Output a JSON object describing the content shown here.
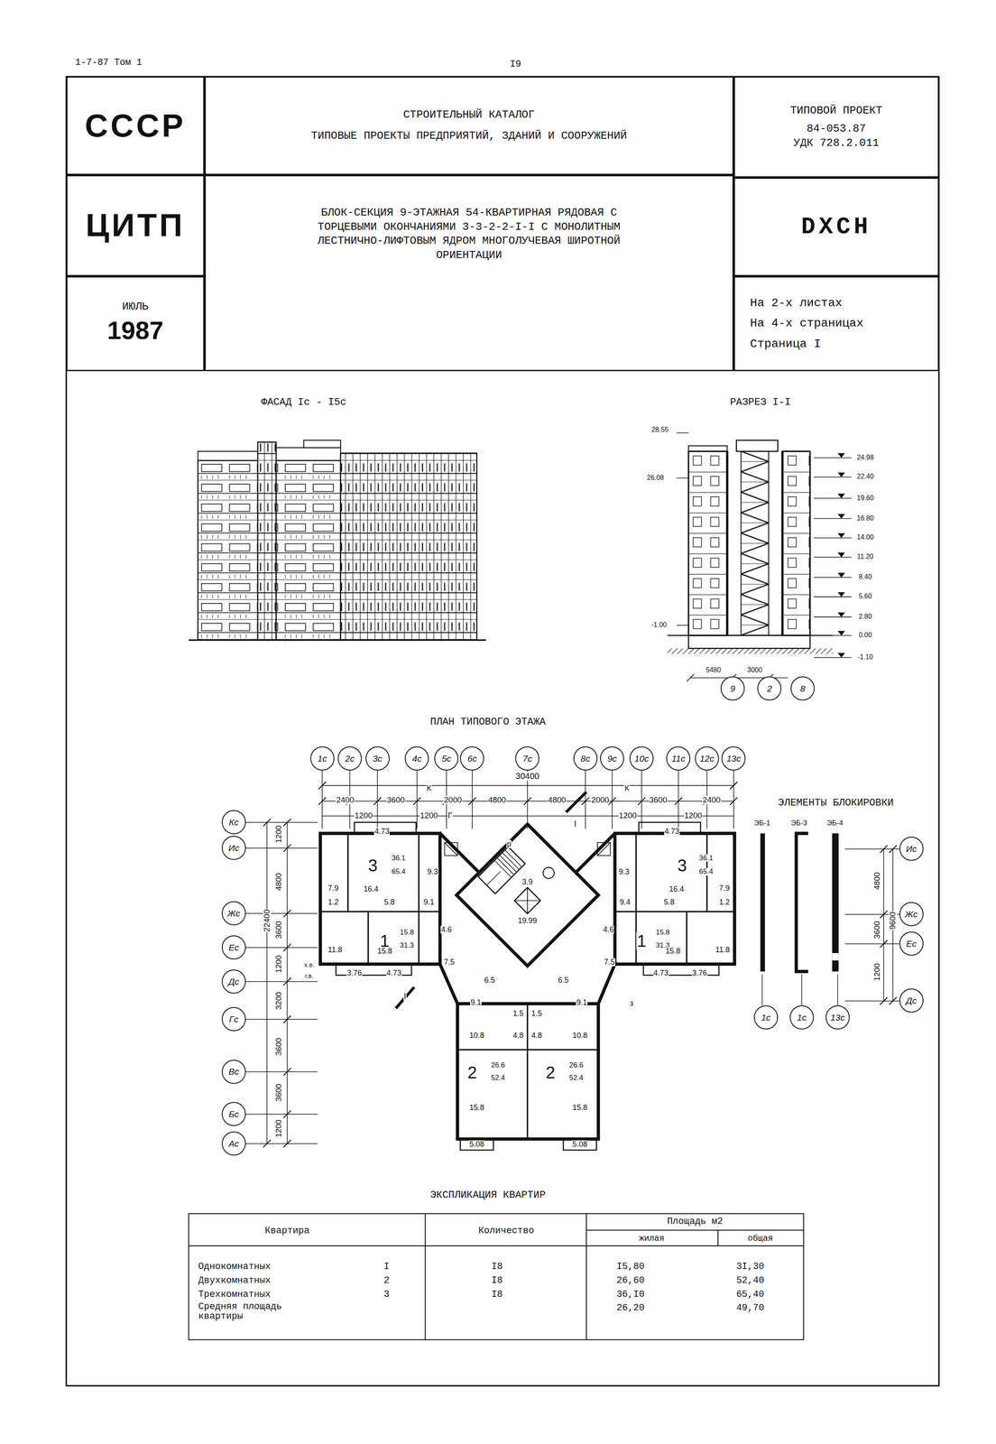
{
  "diagram": {
    "nodes": [
      {
        "text": [
          "СССР"
        ]
      },
      {
        "text": [
          "ЦИТП"
        ]
      },
      {
        "text": [
          "ИЮЛЬ",
          "1987"
        ]
      },
      {
        "text": [
          "СТРОИТЕЛЬНЫЙ КАТАЛОГ",
          "ТИПОВЫЕ ПРОЕКТЫ ПРЕДПРИЯТИЙ, ЗДАНИЙ И СООРУЖЕНИЙ"
        ]
      },
      {
        "text": [
          "БЛОК-СЕКЦИЯ 9-ЭТАЖНАЯ 54-КВАРТИРНАЯ РЯДОВАЯ С ТОРЦЕВЫМИ ОКОНЧАНИЯМИ 3-3-2-2-I-I С МОНОЛИТНЫМ ЛЕСТНИЧНО-ЛИФТОВЫМ ЯДРОМ МНОГОЛУЧЕВАЯ ШИРОТНОЙ ОРИЕНТАЦИИ"
        ]
      },
      {
        "text": [
          "ТИПОВОЙ ПРОЕКТ",
          "84-053.87",
          "УДК 728.2.011"
        ]
      },
      {
        "text": [
          "DXCH"
        ]
      },
      {
        "text": [
          "На 2-х листах",
          "На 4-х страницах",
          "Страница I"
        ]
      },
      {
        "text": [
          "9"
        ]
      },
      {
        "text": [
          "2"
        ]
      },
      {
        "text": [
          "8"
        ]
      },
      {
        "text": [
          "1с"
        ]
      },
      {
        "text": [
          "2с"
        ]
      },
      {
        "text": [
          "3с"
        ]
      },
      {
        "text": [
          "4с"
        ]
      },
      {
        "text": [
          "5с"
        ]
      },
      {
        "text": [
          "6с"
        ]
      },
      {
        "text": [
          "7с"
        ]
      },
      {
        "text": [
          "8с"
        ]
      },
      {
        "text": [
          "9с"
        ]
      },
      {
        "text": [
          "10с"
        ]
      },
      {
        "text": [
          "11с"
        ]
      },
      {
        "text": [
          "12с"
        ]
      },
      {
        "text": [
          "13с"
        ]
      },
      {
        "text": [
          "Кс"
        ]
      },
      {
        "text": [
          "Ис"
        ]
      },
      {
        "text": [
          "Жс"
        ]
      },
      {
        "text": [
          "Ес"
        ]
      },
      {
        "text": [
          "Дс"
        ]
      },
      {
        "text": [
          "Гс"
        ]
      },
      {
        "text": [
          "Вс"
        ]
      },
      {
        "text": [
          "Бс"
        ]
      },
      {
        "text": [
          "Ас"
        ]
      },
      {
        "text": [
          "1с"
        ]
      },
      {
        "text": [
          "1с"
        ]
      },
      {
        "text": [
          "13с"
        ]
      },
      {
        "text": [
          "Ис"
        ]
      },
      {
        "text": [
          "Жс"
        ]
      },
      {
        "text": [
          "Ес"
        ]
      },
      {
        "text": [
          "Дс"
        ]
      }
    ],
    "labels": [
      "1-7-87 Том 1",
      "I9",
      "ФАСАД Iс - I5с",
      "РАЗРЕЗ I-I",
      "28.55",
      "26.08",
      "-1.00",
      "24.98",
      "22.40",
      "19.60",
      "16.80",
      "14.00",
      "11.20",
      "8.40",
      "5.60",
      "2.80",
      "0.00",
      "-1.10",
      "5480",
      "3000",
      "ПЛАН ТИПОВОГО ЭТАЖА",
      "30400",
      "2400",
      "3600",
      "К",
      "2000",
      "4800",
      "4800",
      "2000",
      "К",
      "3600",
      "2400",
      "1200",
      "1200",
      "Г",
      "1200",
      "1200",
      "1200",
      "4800",
      "3600",
      "1200",
      "3200",
      "3600",
      "3600",
      "1200",
      "22400",
      "4.73",
      "3",
      "36.1",
      "65.4",
      "9.3",
      "7.9",
      "16.4",
      "1.2",
      "5.8",
      "9.1",
      "4.6",
      "1",
      "15.8",
      "31.3",
      "х.в.",
      "г.в.",
      "11.8",
      "15.8",
      "3.76",
      "4.73",
      "7.5",
      "6.5",
      "9.1",
      "1.5",
      "10.8",
      "4.8",
      "2",
      "26.6",
      "52.4",
      "15.8",
      "5.08",
      "3.9",
      "19.99",
      "р",
      "4.73",
      "3",
      "36.1",
      "65.4",
      "9.3",
      "16.4",
      "7.9",
      "5.8",
      "1.2",
      "9.4",
      "4.6",
      "1",
      "15.8",
      "31.3",
      "15.8",
      "11.8",
      "7.5",
      "4.73",
      "3.76",
      "6.5",
      "9.1",
      "1.5",
      "10.8",
      "4.8",
      "2",
      "26.6",
      "52.4",
      "15.8",
      "5.08",
      "I",
      "I",
      "з",
      "ЭЛЕМЕНТЫ БЛОКИРОВКИ",
      "ЭБ-1",
      "ЭБ-3",
      "ЭБ-4",
      "4800",
      "3600",
      "1200",
      "9600",
      "ЭКСПЛИКАЦИЯ КВАРТИР",
      "Квартира",
      "Количество",
      "Площадь м2",
      "жилая",
      "общая",
      "Однокомнатных",
      "I",
      "I8",
      "I5,80",
      "3I,30",
      "Двухкомнатных",
      "2",
      "I8",
      "26,60",
      "52,40",
      "Трехкомнатных",
      "3",
      "I8",
      "36,I0",
      "65,40",
      "Средняя площадь квартиры",
      "26,20",
      "49,70"
    ]
  }
}
